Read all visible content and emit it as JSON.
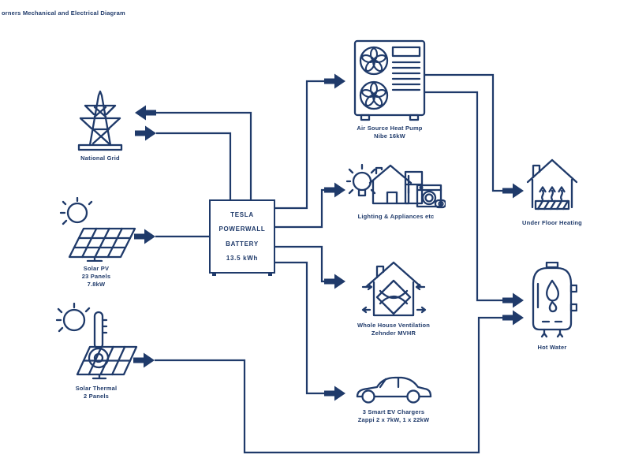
{
  "title": "orners Mechanical and Electrical Diagram",
  "colors": {
    "ink": "#1f3a6a",
    "background": "#ffffff"
  },
  "battery": {
    "line1": "TESLA",
    "line2": "POWERWALL",
    "line3": "BATTERY",
    "line4": "13.5 kWh"
  },
  "nodes": {
    "national_grid": {
      "label": "National Grid"
    },
    "solar_pv": {
      "line1": "Solar PV",
      "line2": "23 Panels",
      "line3": "7.8kW"
    },
    "solar_thermal": {
      "line1": "Solar Thermal",
      "line2": "2 Panels"
    },
    "heat_pump": {
      "line1": "Air Source Heat Pump",
      "line2": "Nibe 16kW"
    },
    "lighting": {
      "label": "Lighting & Appliances etc"
    },
    "ventilation": {
      "line1": "Whole House Ventilation",
      "line2": "Zehnder MVHR"
    },
    "ev_chargers": {
      "line1": "3 Smart EV Chargers",
      "line2": "Zappi 2 x 7kW, 1 x 22kW"
    },
    "underfloor_heating": {
      "label": "Under Floor Heating"
    },
    "hot_water": {
      "label": "Hot Water"
    }
  },
  "icons": {
    "national_grid": "pylon-icon",
    "solar_pv": "solar-panel-sun-icon",
    "solar_thermal": "solar-thermometer-icon",
    "heat_pump": "heat-pump-fans-icon",
    "lighting": "bulb-house-appliances-icon",
    "ventilation": "house-heat-exchanger-icon",
    "ev_chargers": "car-icon",
    "underfloor_heating": "house-floor-heat-icon",
    "hot_water": "boiler-flame-icon"
  }
}
